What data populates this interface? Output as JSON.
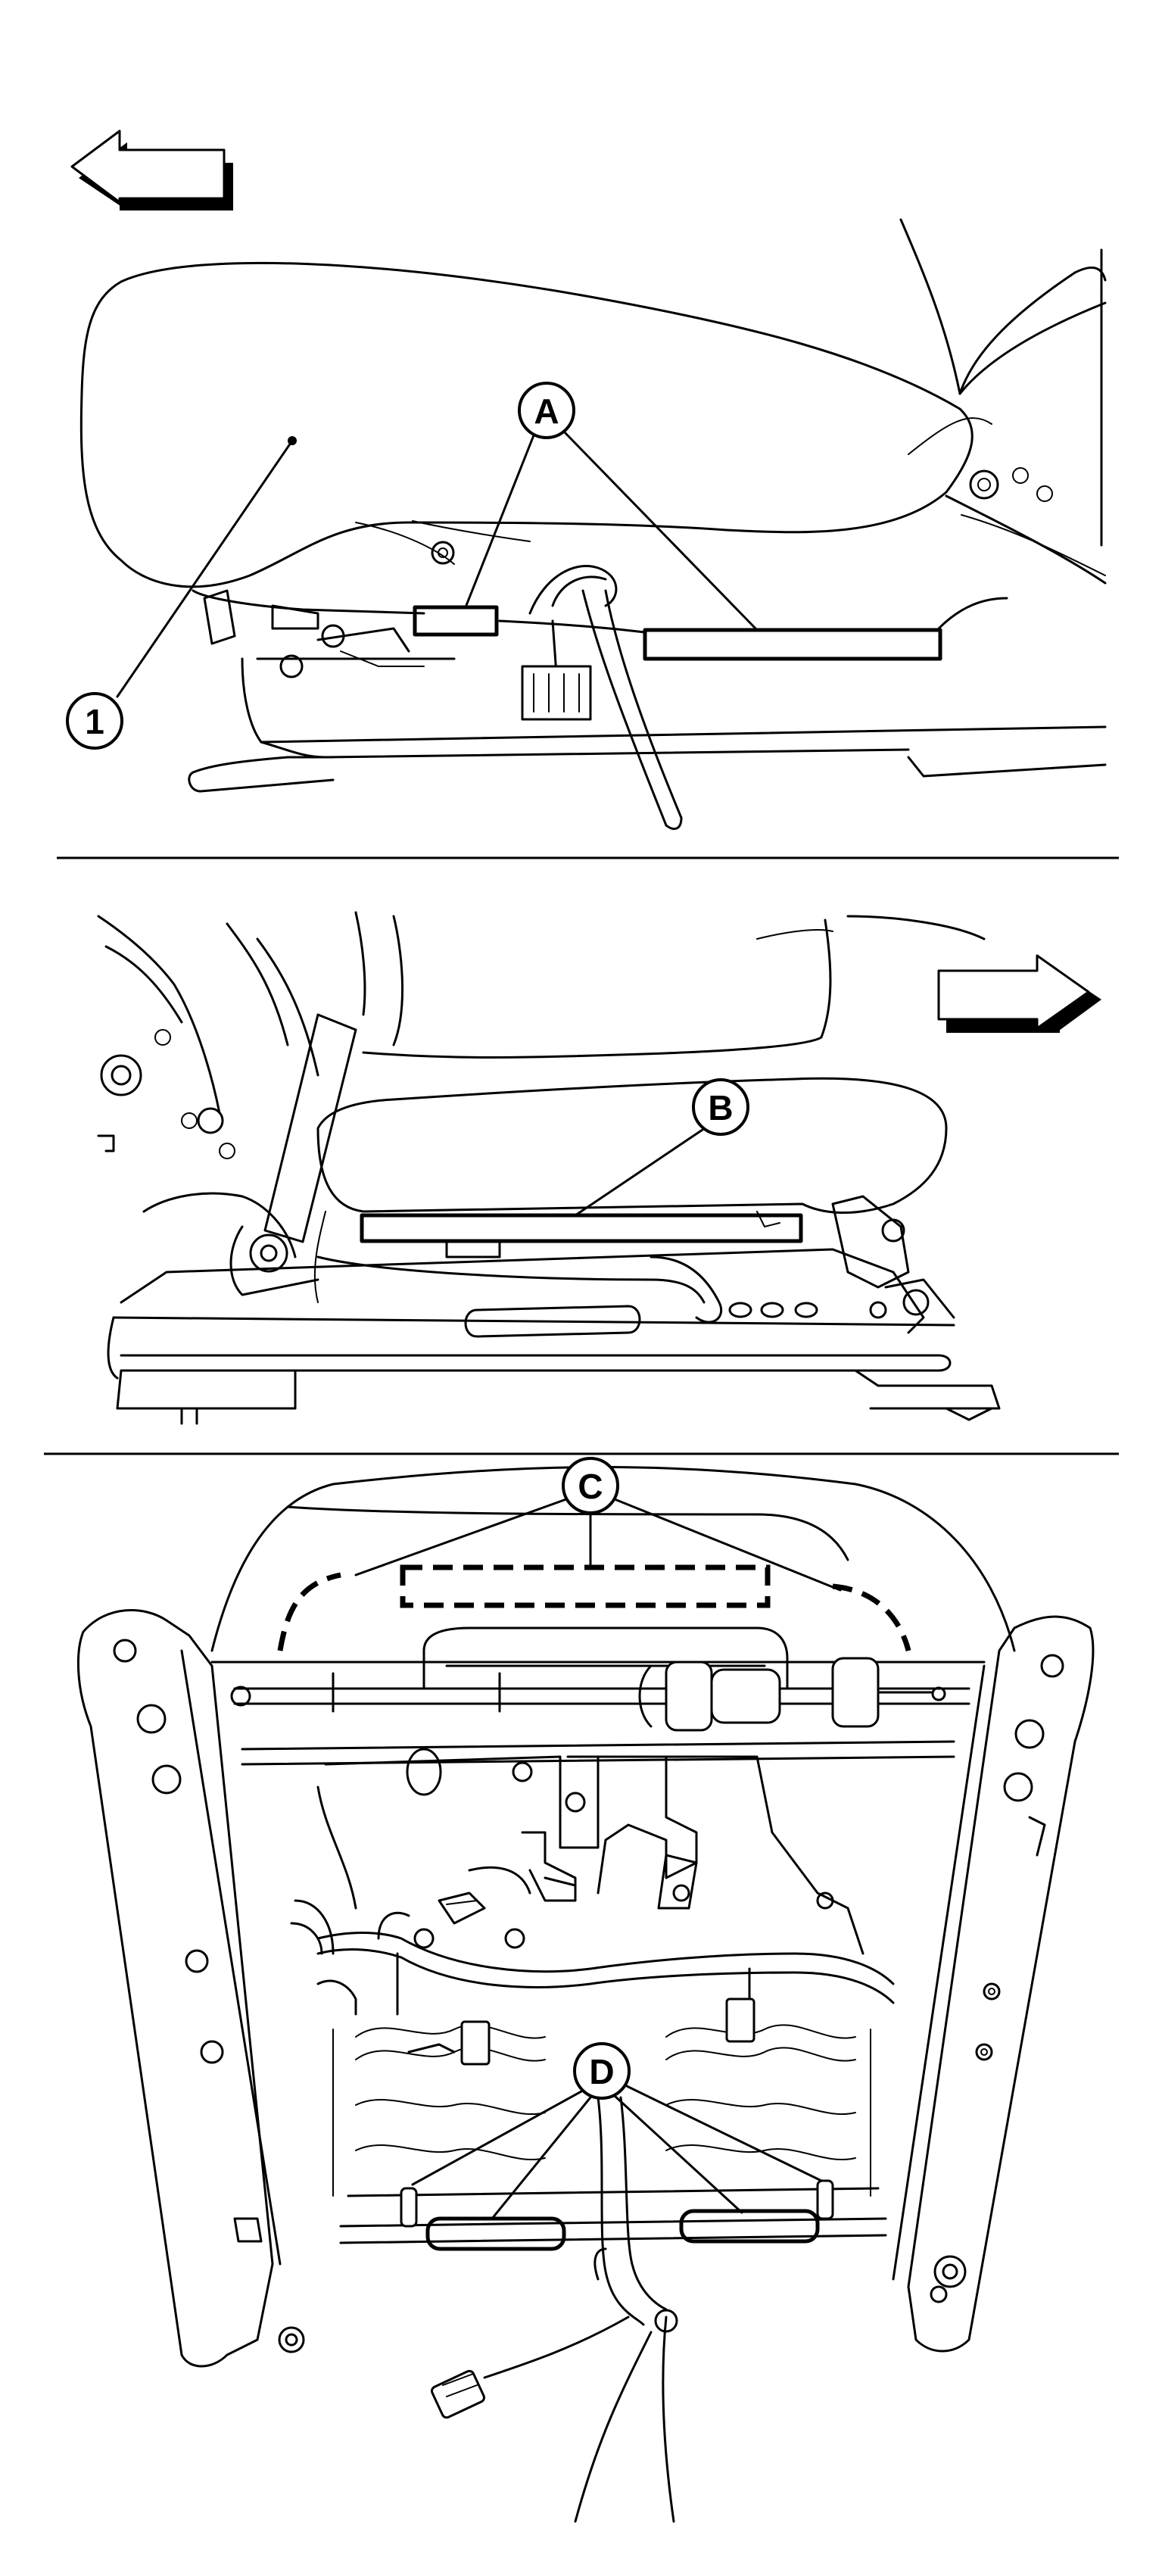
{
  "callouts": {
    "item_1": "1",
    "a": "A",
    "b": "B",
    "c": "C",
    "d": "D"
  },
  "arrows": {
    "top_panel": "left",
    "middle_panel": "right"
  },
  "panels": [
    "top",
    "middle",
    "bottom"
  ],
  "colors": {
    "line": "#000000",
    "background": "#ffffff"
  }
}
